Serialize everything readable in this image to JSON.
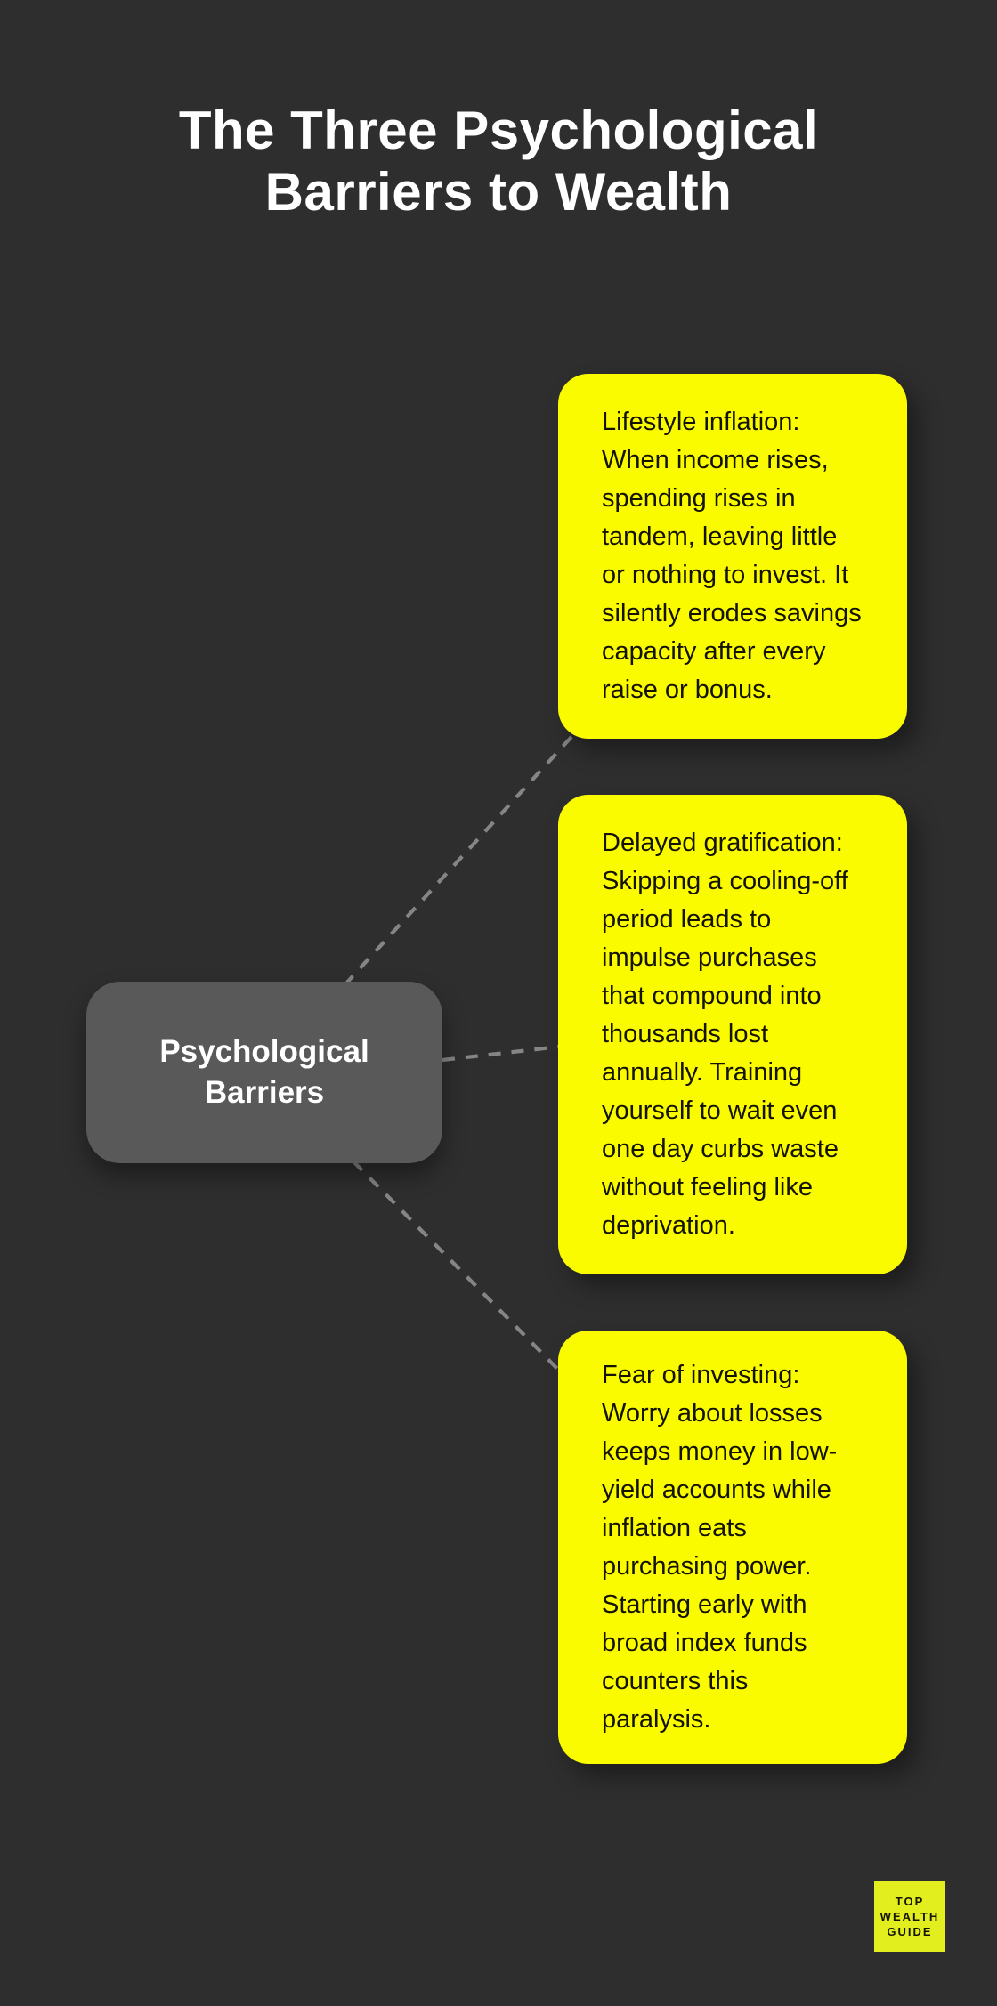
{
  "title": "The Three Psychological Barriers to Wealth",
  "center_node": {
    "label": "Psychological Barriers"
  },
  "barriers": [
    {
      "text": "Lifestyle inflation: When income rises, spending rises in tandem, leaving little or nothing to invest. It silently erodes savings capacity after every raise or bonus."
    },
    {
      "text": "Delayed gratification: Skipping a cooling-off period leads to impulse purchases that compound into thousands lost annually. Training yourself to wait even one day curbs waste without feeling like deprivation."
    },
    {
      "text": "Fear of investing: Worry about losses keeps money in low-yield accounts while inflation eats purchasing power. Starting early with broad index funds counters this paralysis."
    }
  ],
  "logo": {
    "lines": [
      "TOP",
      "WEALTH",
      "GUIDE"
    ]
  },
  "colors": {
    "background": "#2e2e2e",
    "card_yellow": "#fbfb00",
    "node_gray": "#595959",
    "connector_gray": "#858585",
    "logo_badge_yellow": "#e3ee1e",
    "title_text": "#ffffff",
    "card_text": "#131300"
  }
}
